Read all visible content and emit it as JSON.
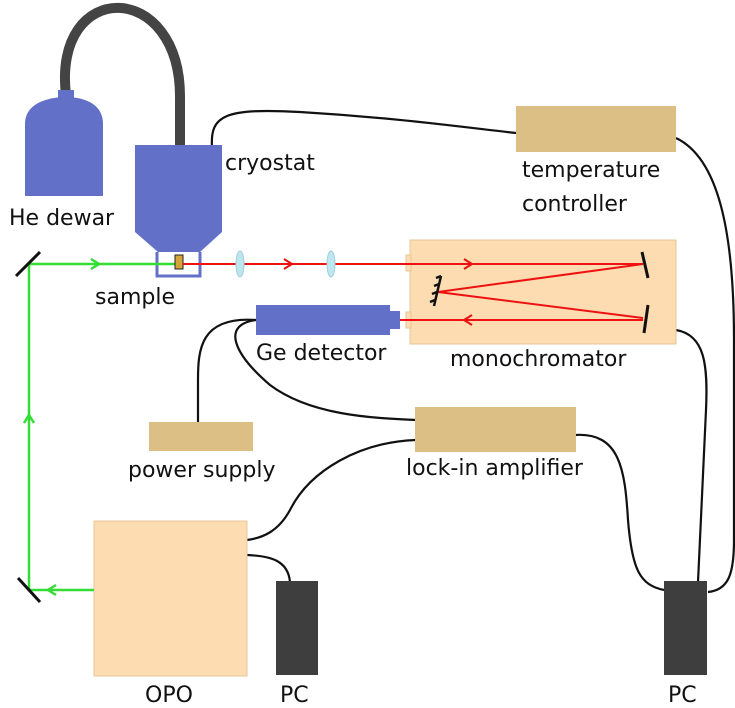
{
  "labels": {
    "he_dewar": "He dewar",
    "cryostat": "cryostat",
    "sample": "sample",
    "temperature_controller_line1": "temperature",
    "temperature_controller_line2": "controller",
    "ge_detector": "Ge detector",
    "monochromator": "monochromator",
    "power_supply": "power supply",
    "lock_in_amplifier": "lock-in amplifier",
    "opo": "OPO",
    "pc_left": "PC",
    "pc_right": "PC"
  },
  "colors": {
    "blue_equipment": "#6270c8",
    "tan_equipment": "#dcbf85",
    "peach_equipment": "#fcdcb0",
    "dark_equipment": "#3e3e3e",
    "green_beam": "#33dd33",
    "red_beam": "#ee1111",
    "cable": "#111111",
    "lens": "#bfe6ee"
  }
}
